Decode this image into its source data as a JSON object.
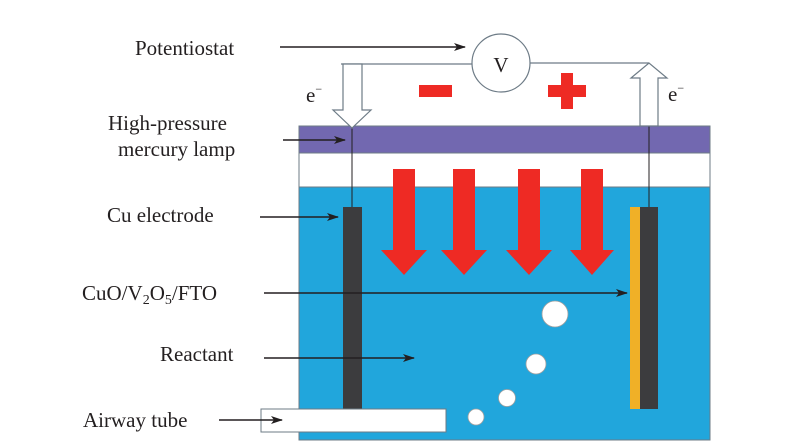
{
  "labels": {
    "potentiostat": "Potentiostat",
    "lamp_line1": "High-pressure",
    "lamp_line2": "mercury lamp",
    "cu_electrode": "Cu electrode",
    "photoelectrode_parts": [
      "CuO/V",
      "2",
      "O",
      "5",
      "/FTO"
    ],
    "reactant": "Reactant",
    "airway_tube": "Airway tube",
    "voltmeter": "V",
    "electron_left": "e",
    "electron_right": "e",
    "electron_sup": "−"
  },
  "colors": {
    "lamp": "#7268b0",
    "reactant": "#21a6dc",
    "light_arrow": "#ee2a24",
    "electrode": "#3c3c3e",
    "fto_layer": "#f0b027",
    "sign": "#ee2a24",
    "line": "#231f20",
    "outline": "#6d7b86"
  },
  "signs": {
    "negative": "−",
    "positive": "+"
  },
  "light_arrow_count": 4,
  "bubble_count": 4
}
